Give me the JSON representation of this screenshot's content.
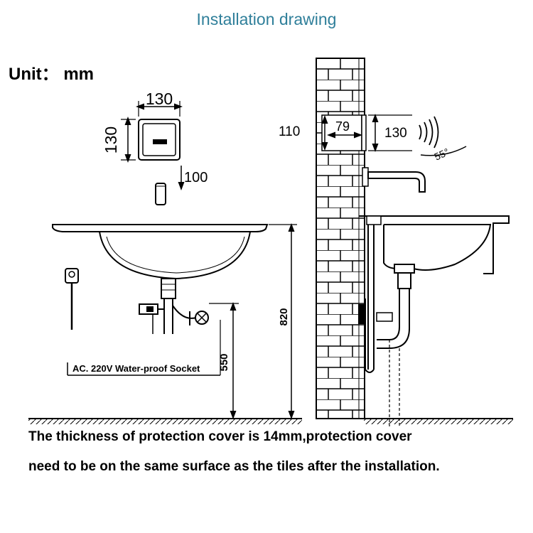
{
  "title": "Installation drawing",
  "unit_label": "Unit： mm",
  "dimensions": {
    "sensor_width": "130",
    "sensor_height": "130",
    "sensor_gap": "100",
    "wall_110": "110",
    "wall_79": "79",
    "wall_130": "130",
    "angle": "55°",
    "height_820": "820",
    "height_550": "550"
  },
  "socket_label": "AC. 220V Water-proof Socket",
  "notes": [
    "The thickness of protection cover is 14mm,protection cover",
    "need to be on the same surface as the tiles after the installation."
  ]
}
